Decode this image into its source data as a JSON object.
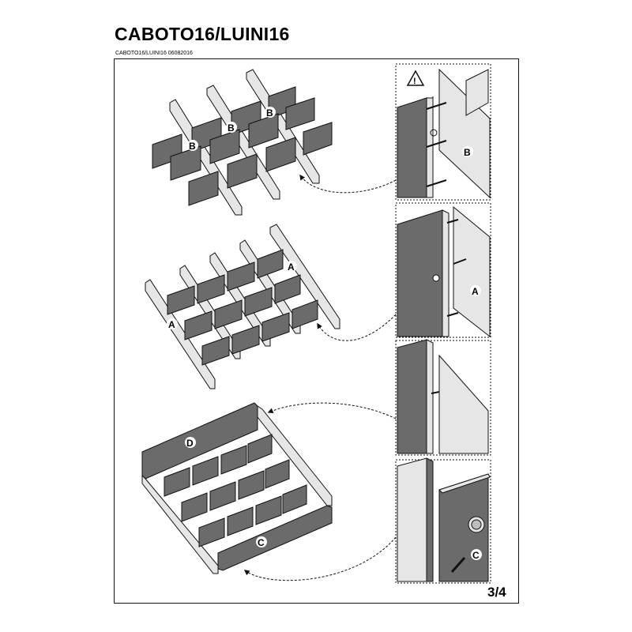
{
  "document": {
    "title": "CABOTO16/LUINI16",
    "subtitle": "CABOTO16/LUINI16 06082016",
    "page_number": "3/4"
  },
  "labels": {
    "part_a": "A",
    "part_b": "B",
    "part_c": "C",
    "part_d": "D"
  },
  "icons": [
    "warning-icon",
    "screw-icon",
    "dowel-icon",
    "cam-lock-icon"
  ],
  "colors": {
    "panel_dark": "#6b6b6b",
    "panel_light": "#e6e6e6",
    "outline": "#111111"
  }
}
